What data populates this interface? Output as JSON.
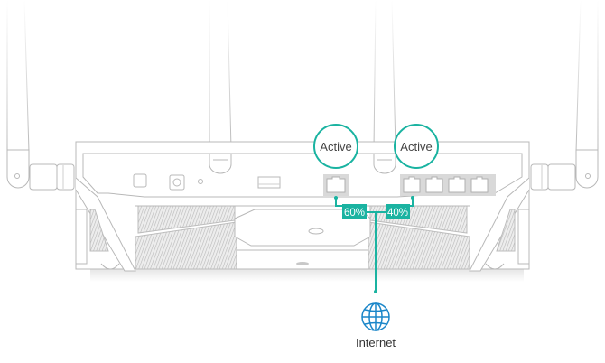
{
  "diagram": {
    "accent_color": "#1ab3a1",
    "globe_color": "#1a86c9",
    "ports": {
      "wan": {
        "status_label": "Active",
        "share_label": "60%",
        "share_value": 60
      },
      "lan": {
        "status_label": "Active",
        "share_label": "40%",
        "share_value": 40,
        "port_count": 4
      }
    },
    "internet": {
      "label": "Internet",
      "icon": "globe-icon"
    }
  }
}
